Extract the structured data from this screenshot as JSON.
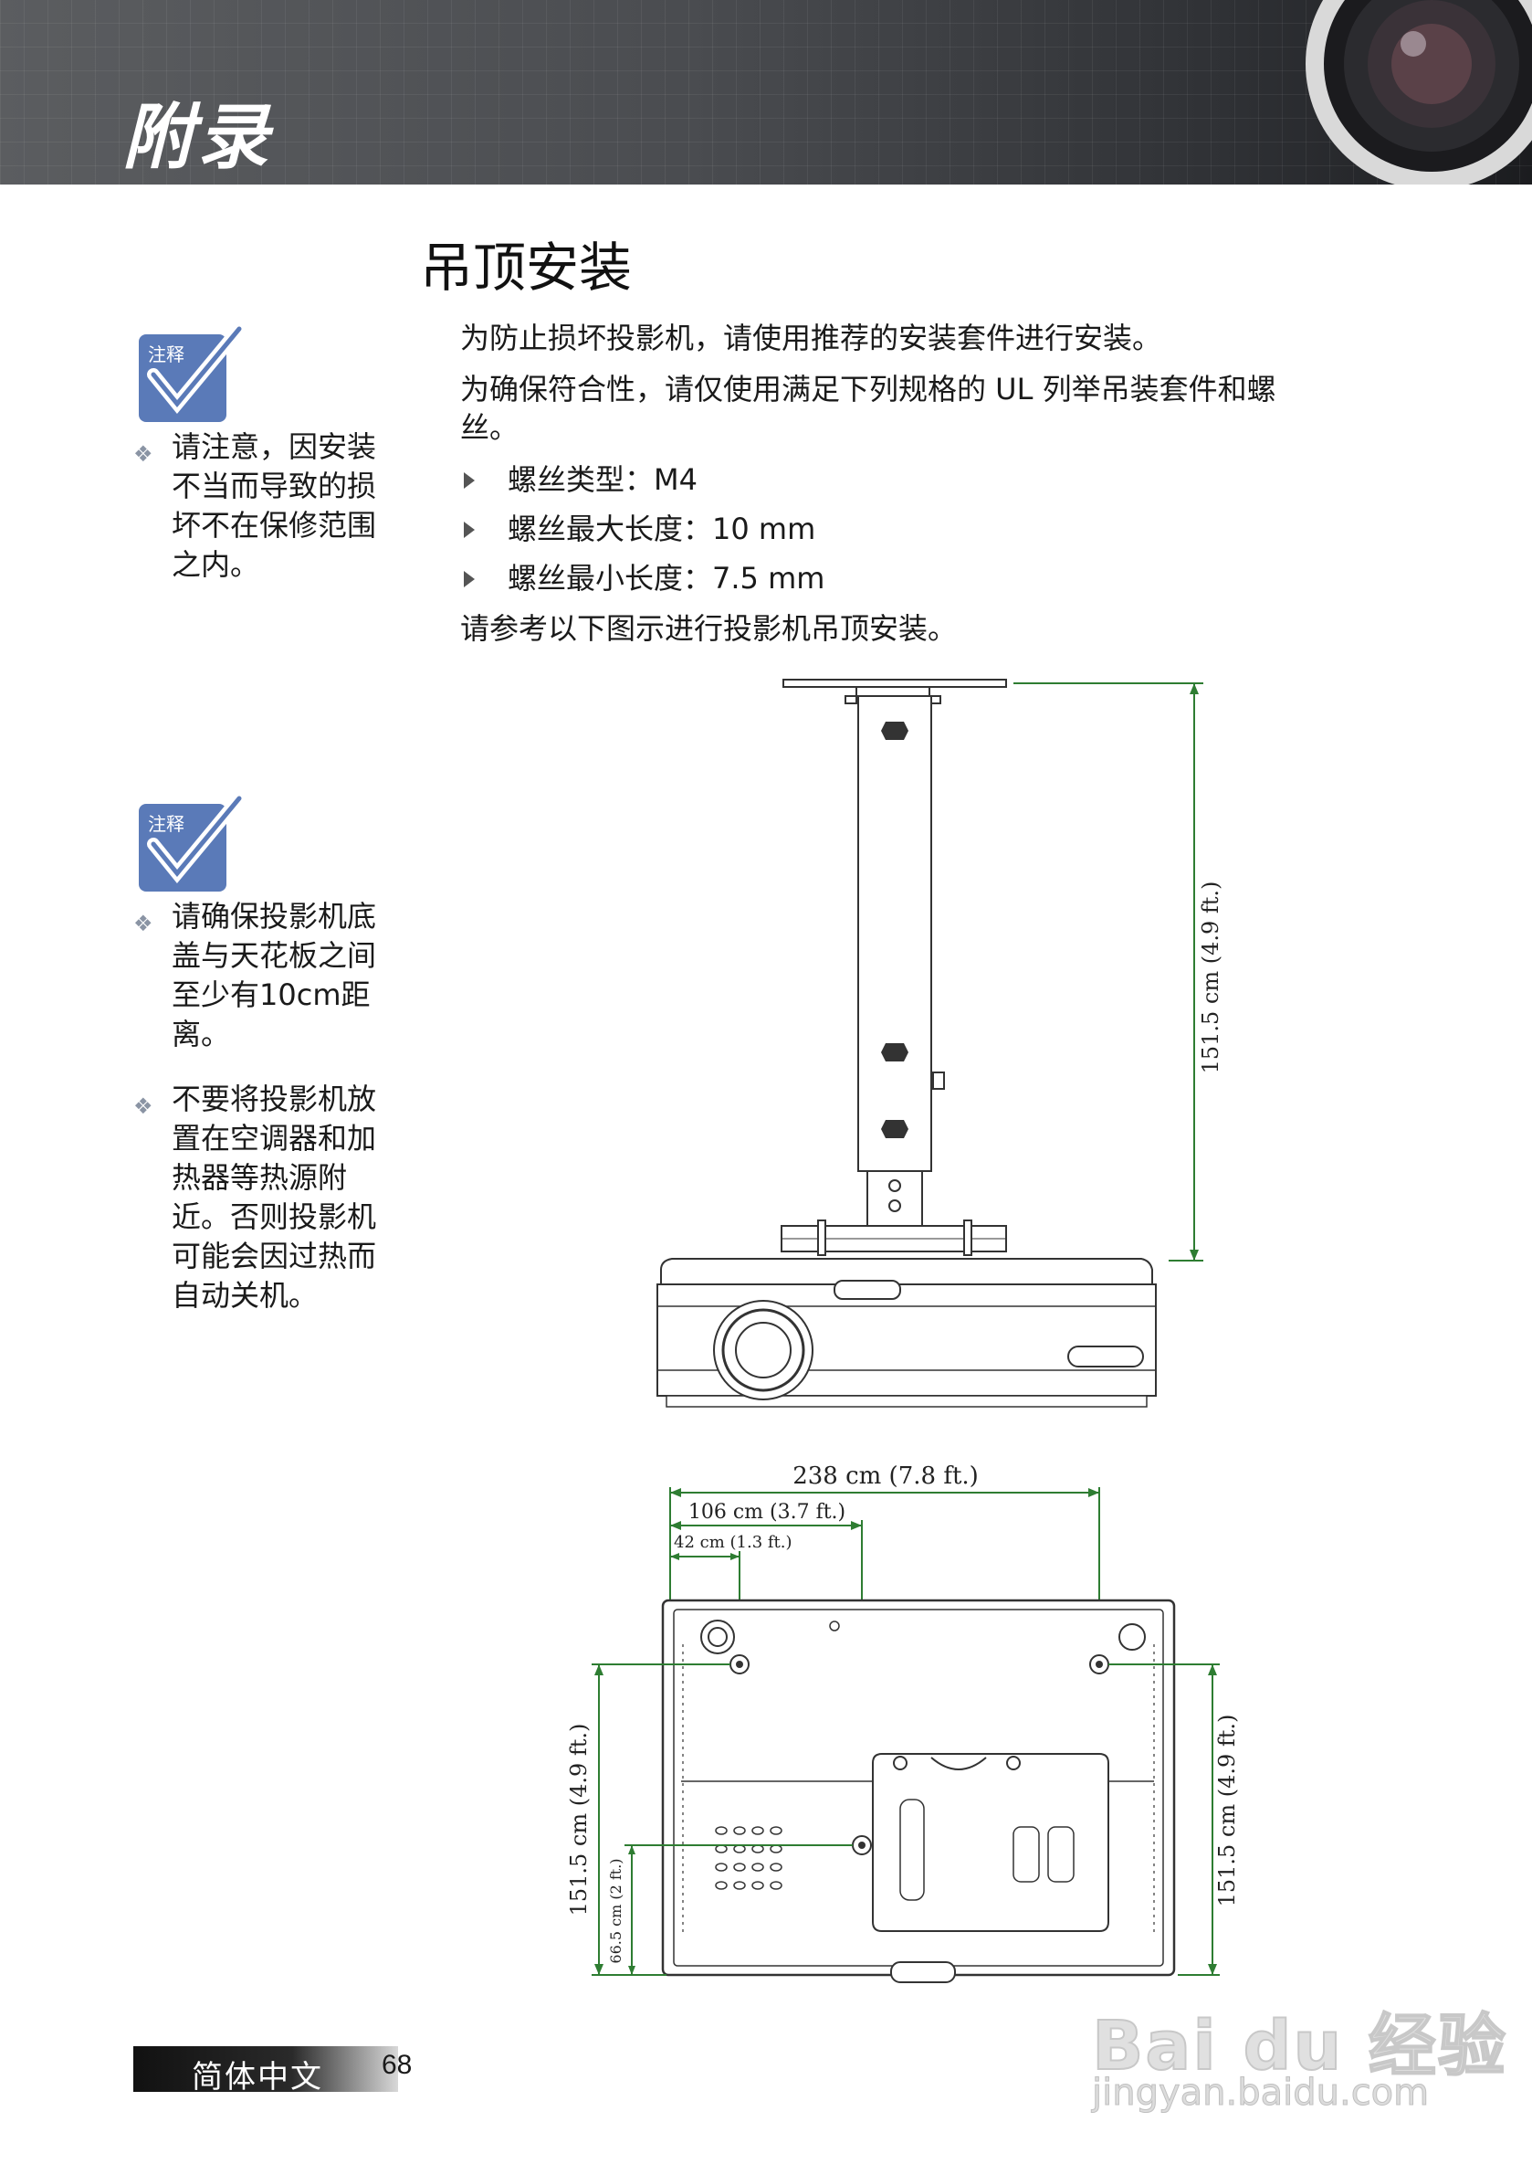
{
  "header": {
    "title": "附录"
  },
  "section": {
    "title": "吊顶安装"
  },
  "body": {
    "para1": "为防止损坏投影机，请使用推荐的安装套件进行安装。",
    "para2_line1": "为确保符合性，请仅使用满足下列规格的 UL 列举吊装套件和螺",
    "para2_line2": "丝。",
    "specs": [
      "螺丝类型：M4",
      "螺丝最大长度：10 mm",
      "螺丝最小长度：7.5 mm"
    ],
    "para3": "请参考以下图示进行投影机吊顶安装。"
  },
  "notes": [
    {
      "label": "注释",
      "items": [
        "请注意，因安装不当而导致的损坏不在保修范围之内。"
      ]
    },
    {
      "label": "注释",
      "items": [
        "请确保投影机底盖与天花板之间至少有10cm距离。",
        "不要将投影机放置在空调器和加热器等热源附近。否则投影机可能会因过热而自动关机。"
      ]
    }
  ],
  "diagram_front": {
    "height_dim": "151.5 cm (4.9 ft.)"
  },
  "diagram_bottom": {
    "width_total": "238 cm (7.8 ft.)",
    "width_mid": "106 cm (3.7 ft.)",
    "width_small": "42 cm (1.3 ft.)",
    "height_left": "151.5 cm (4.9 ft.)",
    "height_small": "66.5 cm (2 ft.)",
    "height_right": "151.5 cm (4.9 ft.)"
  },
  "footer": {
    "language": "简体中文",
    "page": "68"
  },
  "watermark": {
    "brand": "Bai du 经验",
    "url": "jingyan.baidu.com"
  },
  "colors": {
    "dimension_line": "#2e7d32",
    "note_icon": "#5a7ab8",
    "header_dark": "#2f3135"
  }
}
